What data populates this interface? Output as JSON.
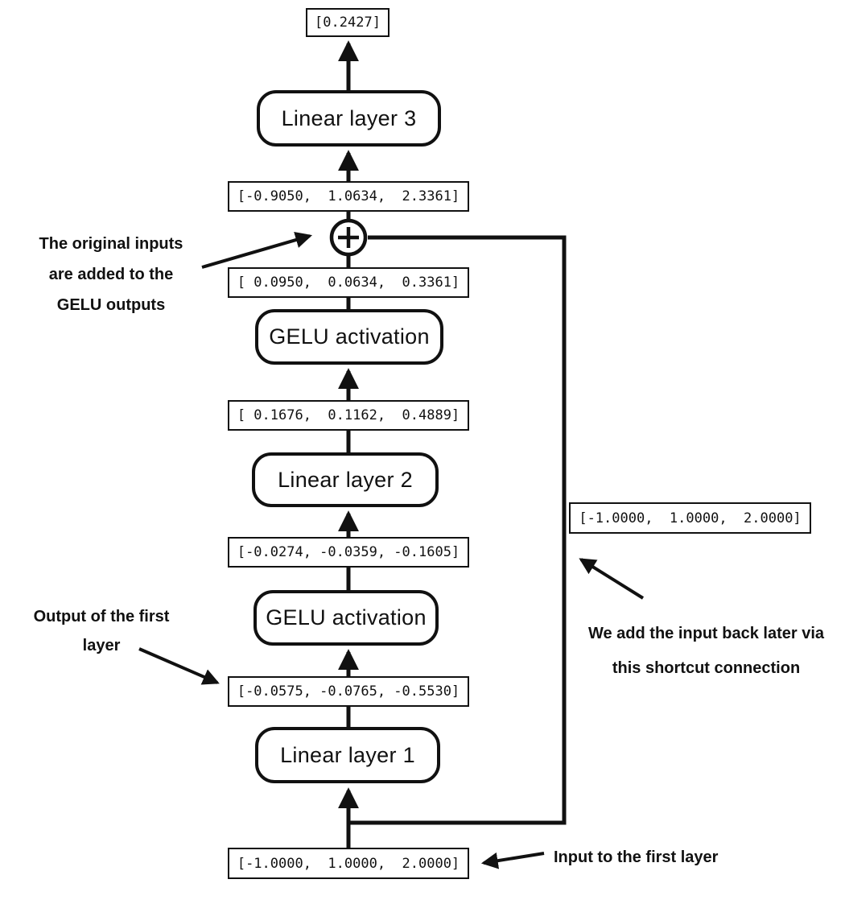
{
  "diagram": {
    "final_output": "[0.2427]",
    "layers": {
      "linear3": "Linear layer 3",
      "gelu_upper": "GELU activation",
      "linear2": "Linear layer 2",
      "gelu_lower": "GELU activation",
      "linear1": "Linear layer 1"
    },
    "tensors": {
      "sum_output": "[-0.9050,  1.0634,  2.3361]",
      "gelu_upper_output": "[ 0.0950,  0.0634,  0.3361]",
      "linear2_output": "[ 0.1676,  0.1162,  0.4889]",
      "gelu_lower_output": "[-0.0274, -0.0359, -0.1605]",
      "linear1_output": "[-0.0575, -0.0765, -0.5530]",
      "shortcut_value": "[-1.0000,  1.0000,  2.0000]",
      "input_value": "[-1.0000,  1.0000,  2.0000]"
    },
    "annotations": {
      "add_note": "The original inputs\nare added to the\nGELU outputs",
      "first_layer_output_note": "Output of the first\nlayer",
      "shortcut_note": "We add the input back later via\nthis shortcut connection",
      "input_note": "Input to the first layer"
    },
    "icons": {
      "add_node": "plus-circle"
    },
    "colors": {
      "ink": "#111111",
      "background": "#ffffff"
    }
  }
}
